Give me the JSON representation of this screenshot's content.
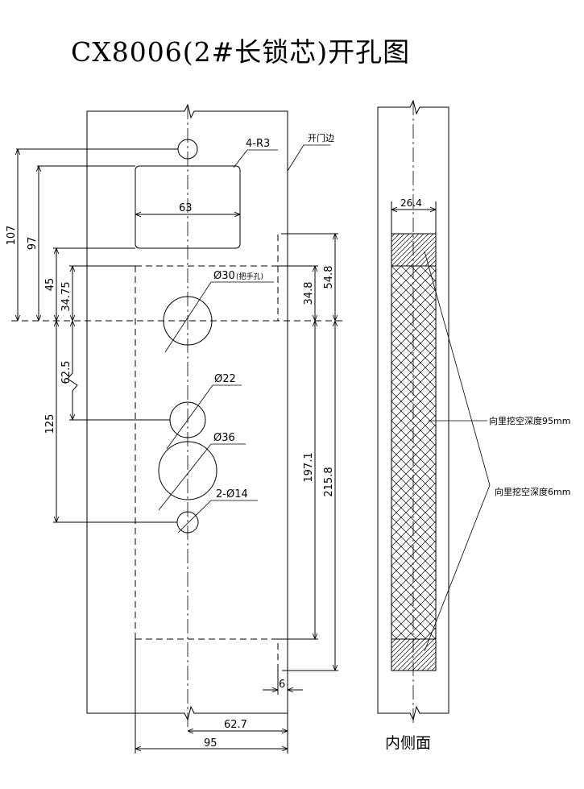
{
  "title": "CX8006(2#长锁芯)开孔图",
  "front_view": {
    "corner_radius_label": "4-R3",
    "door_edge_label": "开门边",
    "square_width_label": "63",
    "hole_handle_label": "Ø30",
    "hole_handle_note": "(把手孔)",
    "hole_22_label": "Ø22",
    "hole_36_label": "Ø36",
    "hole_14_label": "2-Ø14",
    "dim_107": "107",
    "dim_97": "97",
    "dim_45": "45",
    "dim_34_75": "34.75",
    "dim_62_5": "62.5",
    "dim_125": "125",
    "dim_34_8": "34.8",
    "dim_54_8": "54.8",
    "dim_197_1": "197.1",
    "dim_215_8": "215.8",
    "dim_6": "6",
    "dim_62_7": "62.7",
    "dim_95": "95"
  },
  "side_view": {
    "width_label": "26.4",
    "depth_95_label": "向里挖空深度95mm",
    "depth_6_label": "向里挖空深度6mm",
    "caption": "内侧面"
  }
}
